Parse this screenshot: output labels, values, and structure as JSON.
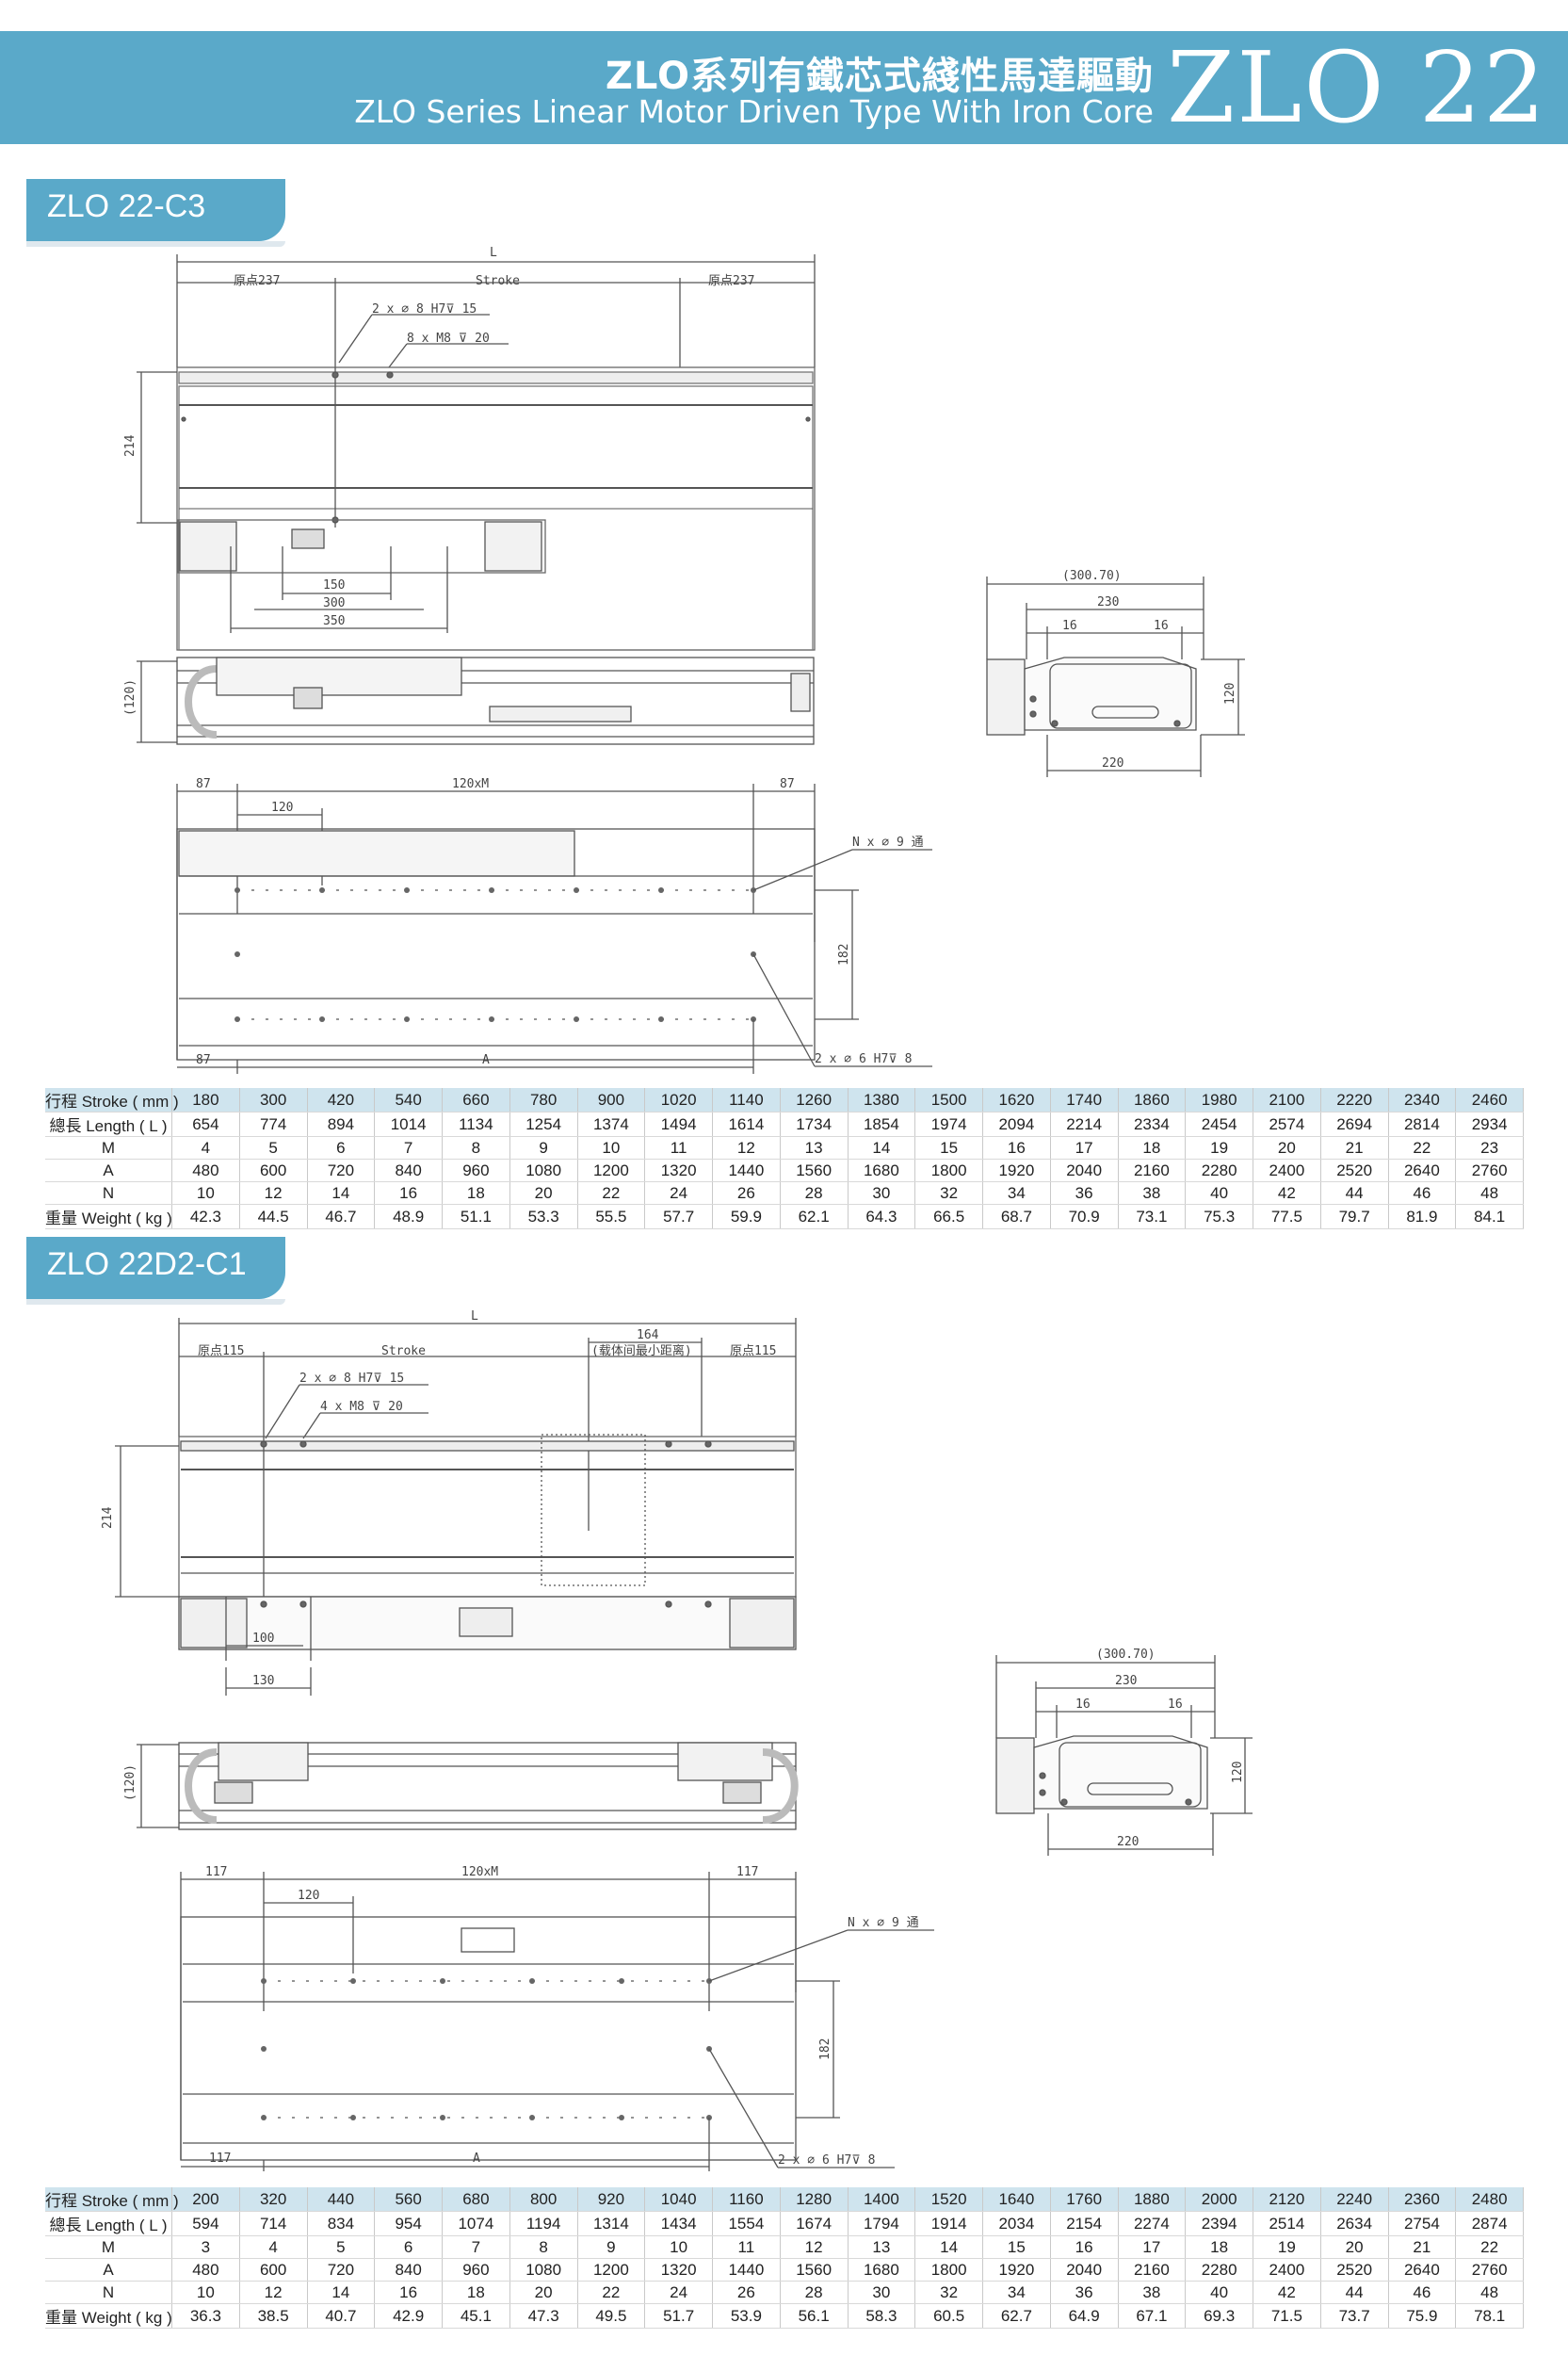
{
  "header": {
    "title_zh": "ZLO系列有鐵芯式綫性馬達驅動",
    "title_en": "ZLO Series Linear Motor Driven Type With Iron Core",
    "model": "ZLO 22"
  },
  "sections": [
    {
      "tab": "ZLO 22-C3",
      "top_view": {
        "L": "L",
        "origin_left": "原点237",
        "stroke": "Stroke",
        "origin_right": "原点237",
        "pin_hole": "2 x ∅ 8 H7⊽ 15",
        "tap_hole": "8 x  M8  ⊽ 20",
        "height": "214",
        "d150": "150",
        "d300": "300",
        "d350": "350"
      },
      "side_view": {
        "height": "(120)"
      },
      "end_view": {
        "overall": "(300.70)",
        "d230": "230",
        "d16a": "16",
        "d16b": "16",
        "h120": "120",
        "d220": "220"
      },
      "bottom_view": {
        "d87a": "87",
        "pitch": "120xM",
        "d87b": "87",
        "d120": "120",
        "through": "N x ∅ 9 通",
        "d182": "182",
        "d87c": "87",
        "A": "A",
        "pin": "2 x ∅ 6 H7⊽ 8"
      },
      "table": {
        "stroke_label": "行程 Stroke ( mm )",
        "length_label": "總長 Length ( L )",
        "m_label": "M",
        "a_label": "A",
        "n_label": "N",
        "weight_label": "重量 Weight ( kg )",
        "stroke": [
          "180",
          "300",
          "420",
          "540",
          "660",
          "780",
          "900",
          "1020",
          "1140",
          "1260",
          "1380",
          "1500",
          "1620",
          "1740",
          "1860",
          "1980",
          "2100",
          "2220",
          "2340",
          "2460"
        ],
        "length": [
          "654",
          "774",
          "894",
          "1014",
          "1134",
          "1254",
          "1374",
          "1494",
          "1614",
          "1734",
          "1854",
          "1974",
          "2094",
          "2214",
          "2334",
          "2454",
          "2574",
          "2694",
          "2814",
          "2934"
        ],
        "m": [
          "4",
          "5",
          "6",
          "7",
          "8",
          "9",
          "10",
          "11",
          "12",
          "13",
          "14",
          "15",
          "16",
          "17",
          "18",
          "19",
          "20",
          "21",
          "22",
          "23"
        ],
        "a": [
          "480",
          "600",
          "720",
          "840",
          "960",
          "1080",
          "1200",
          "1320",
          "1440",
          "1560",
          "1680",
          "1800",
          "1920",
          "2040",
          "2160",
          "2280",
          "2400",
          "2520",
          "2640",
          "2760"
        ],
        "n": [
          "10",
          "12",
          "14",
          "16",
          "18",
          "20",
          "22",
          "24",
          "26",
          "28",
          "30",
          "32",
          "34",
          "36",
          "38",
          "40",
          "42",
          "44",
          "46",
          "48"
        ],
        "weight": [
          "42.3",
          "44.5",
          "46.7",
          "48.9",
          "51.1",
          "53.3",
          "55.5",
          "57.7",
          "59.9",
          "62.1",
          "64.3",
          "66.5",
          "68.7",
          "70.9",
          "73.1",
          "75.3",
          "77.5",
          "79.7",
          "81.9",
          "84.1"
        ]
      }
    },
    {
      "tab": "ZLO 22D2-C1",
      "top_view": {
        "L": "L",
        "origin_left": "原点115",
        "stroke": "Stroke",
        "d164": "164",
        "min_dist": "(载体间最小距离)",
        "origin_right": "原点115",
        "pin_hole": "2 x ∅ 8 H7⊽ 15",
        "tap_hole": "4 x  M8  ⊽ 20",
        "height": "214",
        "d100": "100",
        "d130": "130"
      },
      "side_view": {
        "height": "(120)"
      },
      "end_view": {
        "overall": "(300.70)",
        "d230": "230",
        "d16a": "16",
        "d16b": "16",
        "h120": "120",
        "d220": "220"
      },
      "bottom_view": {
        "d117a": "117",
        "pitch": "120xM",
        "d117b": "117",
        "d120": "120",
        "through": "N x ∅ 9 通",
        "d182": "182",
        "d117c": "117",
        "A": "A",
        "pin": "2 x ∅ 6 H7⊽ 8"
      },
      "table": {
        "stroke_label": "行程 Stroke ( mm )",
        "length_label": "總長 Length ( L )",
        "m_label": "M",
        "a_label": "A",
        "n_label": "N",
        "weight_label": "重量 Weight ( kg )",
        "stroke": [
          "200",
          "320",
          "440",
          "560",
          "680",
          "800",
          "920",
          "1040",
          "1160",
          "1280",
          "1400",
          "1520",
          "1640",
          "1760",
          "1880",
          "2000",
          "2120",
          "2240",
          "2360",
          "2480"
        ],
        "length": [
          "594",
          "714",
          "834",
          "954",
          "1074",
          "1194",
          "1314",
          "1434",
          "1554",
          "1674",
          "1794",
          "1914",
          "2034",
          "2154",
          "2274",
          "2394",
          "2514",
          "2634",
          "2754",
          "2874"
        ],
        "m": [
          "3",
          "4",
          "5",
          "6",
          "7",
          "8",
          "9",
          "10",
          "11",
          "12",
          "13",
          "14",
          "15",
          "16",
          "17",
          "18",
          "19",
          "20",
          "21",
          "22"
        ],
        "a": [
          "480",
          "600",
          "720",
          "840",
          "960",
          "1080",
          "1200",
          "1320",
          "1440",
          "1560",
          "1680",
          "1800",
          "1920",
          "2040",
          "2160",
          "2280",
          "2400",
          "2520",
          "2640",
          "2760"
        ],
        "n": [
          "10",
          "12",
          "14",
          "16",
          "18",
          "20",
          "22",
          "24",
          "26",
          "28",
          "30",
          "32",
          "34",
          "36",
          "38",
          "40",
          "42",
          "44",
          "46",
          "48"
        ],
        "weight": [
          "36.3",
          "38.5",
          "40.7",
          "42.9",
          "45.1",
          "47.3",
          "49.5",
          "51.7",
          "53.9",
          "56.1",
          "58.3",
          "60.5",
          "62.7",
          "64.9",
          "67.1",
          "69.3",
          "71.5",
          "73.7",
          "75.9",
          "78.1"
        ]
      }
    }
  ]
}
